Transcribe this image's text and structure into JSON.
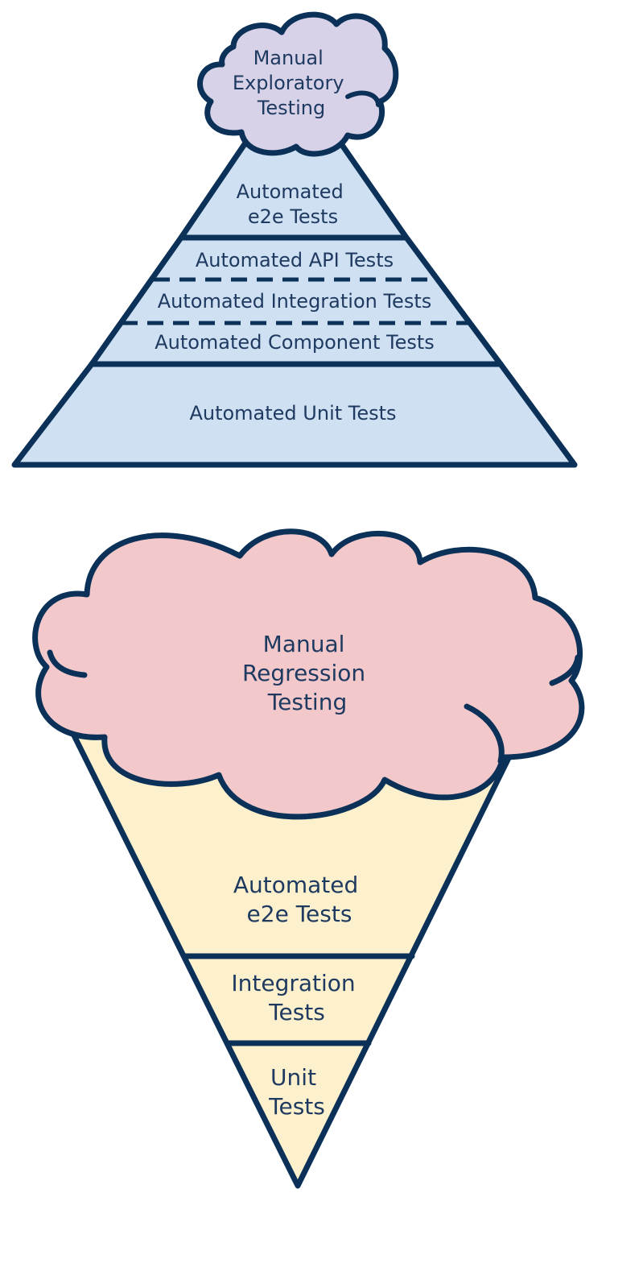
{
  "colors": {
    "outline": "#0b3158",
    "text": "#1e3a60",
    "pyramid_fill": "#cfe0f2",
    "exploratory_cloud_fill": "#d8d2e8",
    "regression_cloud_fill": "#f3c8ca",
    "cone_fill": "#fdf0cc"
  },
  "pyramid": {
    "cloud_label": [
      "Manual",
      "Exploratory",
      "Testing"
    ],
    "e2e_label": [
      "Automated",
      "e2e Tests"
    ],
    "api_label": "Automated API Tests",
    "integration_label": "Automated Integration Tests",
    "component_label": "Automated Component Tests",
    "unit_label": "Automated Unit Tests"
  },
  "ice_cream_cone": {
    "cloud_label": [
      "Manual",
      "Regression",
      "Testing"
    ],
    "e2e_label": [
      "Automated",
      "e2e Tests"
    ],
    "integration_label": [
      "Integration",
      "Tests"
    ],
    "unit_label": [
      "Unit",
      "Tests"
    ]
  }
}
